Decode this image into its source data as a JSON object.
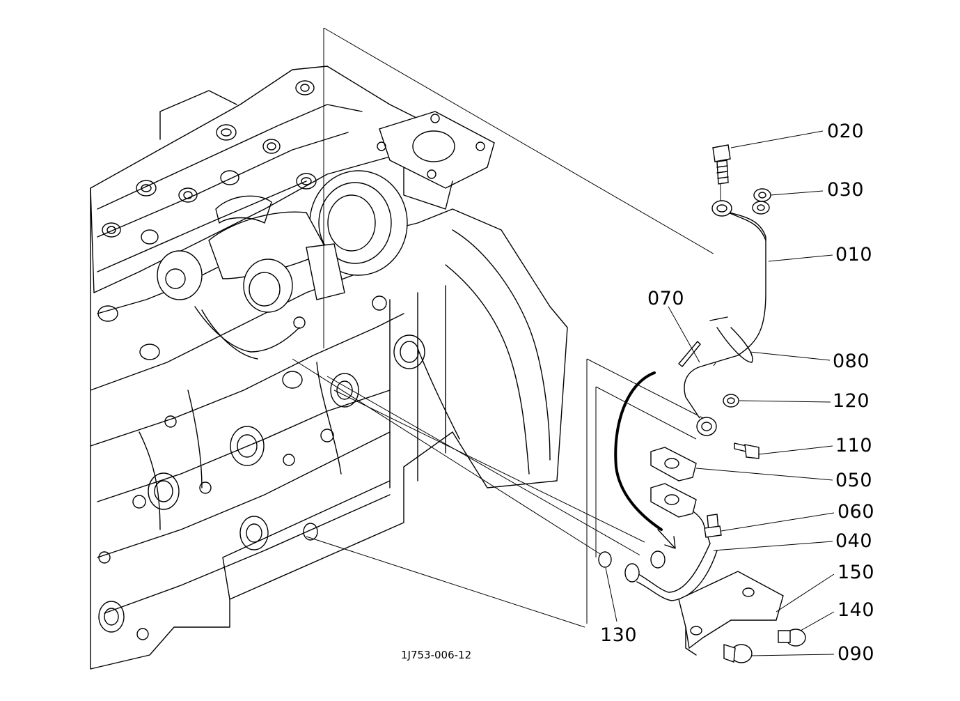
{
  "diagram": {
    "drawing_code": "1J753-006-12",
    "parts": [
      {
        "id": "p010",
        "number": "010"
      },
      {
        "id": "p020",
        "number": "020"
      },
      {
        "id": "p030",
        "number": "030"
      },
      {
        "id": "p040",
        "number": "040"
      },
      {
        "id": "p050",
        "number": "050"
      },
      {
        "id": "p060",
        "number": "060"
      },
      {
        "id": "p070",
        "number": "070"
      },
      {
        "id": "p080",
        "number": "080"
      },
      {
        "id": "p090",
        "number": "090"
      },
      {
        "id": "p110",
        "number": "110"
      },
      {
        "id": "p120",
        "number": "120"
      },
      {
        "id": "p130",
        "number": "130"
      },
      {
        "id": "p140",
        "number": "140"
      },
      {
        "id": "p150",
        "number": "150"
      }
    ]
  }
}
